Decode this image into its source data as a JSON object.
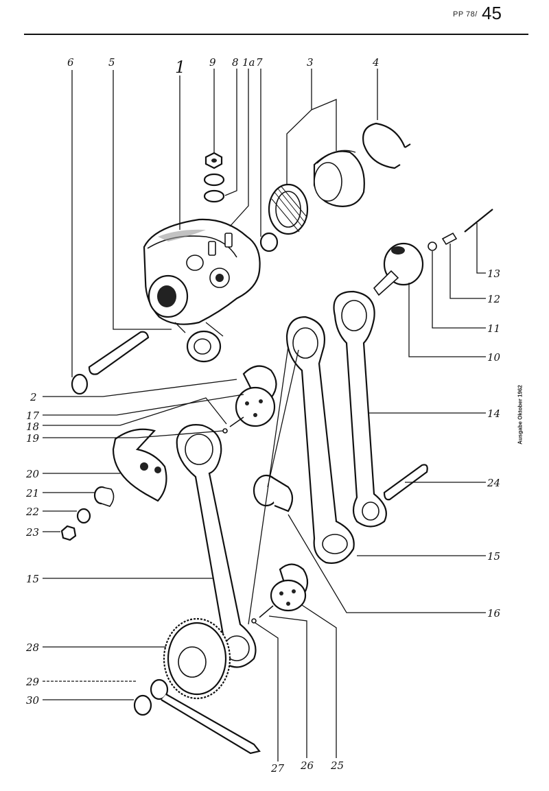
{
  "header": {
    "doc_ref": "PP 78/",
    "page_number": "45"
  },
  "side_note": "Ausgabe Oktober 1962",
  "callouts": {
    "c1": "1",
    "c1a": "1a",
    "c2": "2",
    "c3": "3",
    "c4": "4",
    "c5": "5",
    "c6": "6",
    "c7": "7",
    "c8": "8",
    "c9": "9",
    "c10": "10",
    "c11": "11",
    "c12": "12",
    "c13": "13",
    "c14": "14",
    "c15r": "15",
    "c15l": "15",
    "c16": "16",
    "c17": "17",
    "c18": "18",
    "c19": "19",
    "c20": "20",
    "c21": "21",
    "c22": "22",
    "c23": "23",
    "c24": "24",
    "c25": "25",
    "c26": "26",
    "c27": "27",
    "c28": "28",
    "c29": "29",
    "c30": "30"
  }
}
